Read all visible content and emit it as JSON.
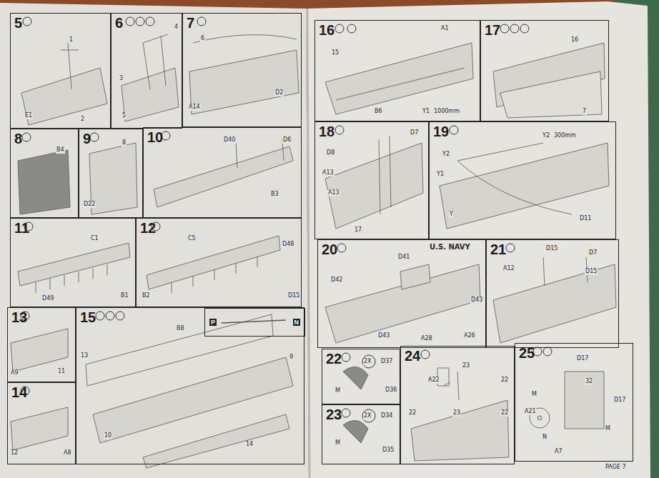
{
  "diagram": {
    "nodes": [
      {
        "text": [
          "5"
        ]
      },
      {
        "text": [
          "6"
        ]
      },
      {
        "text": [
          "7"
        ]
      },
      {
        "text": [
          "8"
        ]
      },
      {
        "text": [
          "9"
        ]
      },
      {
        "text": [
          "10"
        ]
      },
      {
        "text": [
          "11"
        ]
      },
      {
        "text": [
          "12"
        ]
      },
      {
        "text": [
          "13"
        ]
      },
      {
        "text": [
          "14"
        ]
      },
      {
        "text": [
          "15"
        ]
      },
      {
        "text": [
          "P",
          "N"
        ],
        "in": 10
      },
      {
        "text": [
          "16"
        ]
      },
      {
        "text": [
          "17"
        ]
      },
      {
        "text": [
          "18"
        ]
      },
      {
        "text": [
          "19"
        ]
      },
      {
        "text": [
          "20"
        ]
      },
      {
        "text": [
          "21"
        ]
      },
      {
        "text": [
          "22"
        ]
      },
      {
        "text": [
          "23"
        ]
      },
      {
        "text": [
          "24"
        ]
      },
      {
        "text": [
          "25"
        ]
      }
    ],
    "labels": [
      "1",
      "2",
      "E1",
      "4",
      "3",
      "5",
      "6",
      "A14",
      "D2",
      "B4",
      "8",
      "D22",
      "D40",
      "D6",
      "B3",
      "C1",
      "D49",
      "B1",
      "C5",
      "D48",
      "B2",
      "D15",
      "A9",
      "11",
      "12",
      "A8",
      "B8",
      "13",
      "9",
      "10",
      "14",
      "15",
      "A1",
      "B6",
      "Y1",
      "1000mm",
      "16",
      "7",
      "D8",
      "D7",
      "A13",
      "A13",
      "17",
      "Y2",
      "Y1",
      "Y2",
      "300mm",
      "Y",
      "D11",
      "U.S. NAVY",
      "D41",
      "D42",
      "D43",
      "A28",
      "A26",
      "D43",
      "A12",
      "D15",
      "D7",
      "D15",
      "2X",
      "D37",
      "M",
      "D36",
      "2X",
      "D34",
      "M",
      "D35",
      "23",
      "A22",
      "22",
      "22",
      "23",
      "22",
      "D17",
      "32",
      "M",
      "A21",
      "N",
      "A7",
      "M",
      "D17",
      "PAGE 7"
    ]
  }
}
